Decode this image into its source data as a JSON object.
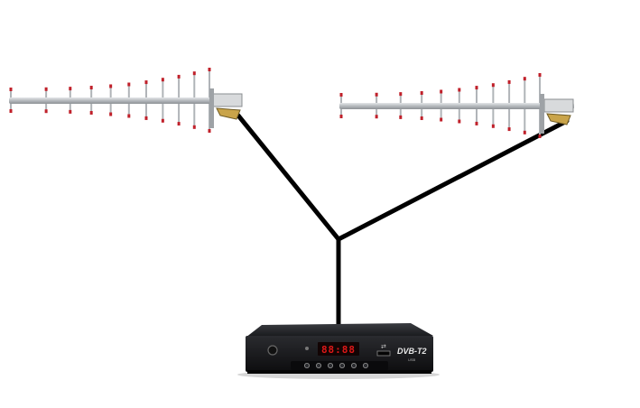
{
  "receiver": {
    "display_text": "88:88",
    "brand_label": "DVB-T2",
    "usb_symbol": "⇄",
    "usb_label": "USB",
    "button_count": 6
  },
  "antennas": [
    {
      "name": "left-yagi-antenna",
      "element_count": 11
    },
    {
      "name": "right-yagi-antenna",
      "element_count": 11
    }
  ],
  "colors": {
    "background": "#ffffff",
    "cable": "#000000",
    "boom": "#b8bcc0",
    "element_tip": "#c0202a",
    "clamp": "#c9a44a",
    "receiver_body": "#1b1c1f",
    "display": "#e01818"
  }
}
